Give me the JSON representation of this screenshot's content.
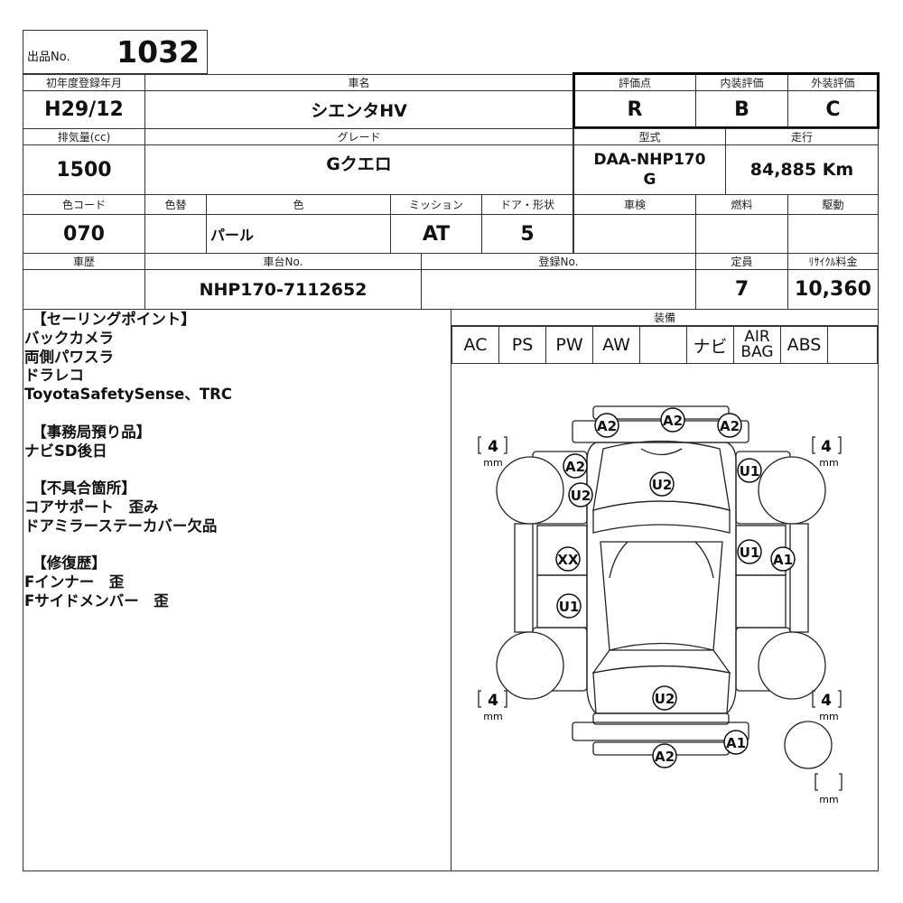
{
  "lot": {
    "label": "出品No.",
    "value": "1032"
  },
  "row1": {
    "first_reg_label": "初年度登録年月",
    "first_reg": "H29/12",
    "car_name_label": "車名",
    "car_name": "シエンタHV",
    "score_label": "評価点",
    "score": "R",
    "interior_label": "内装評価",
    "interior": "B",
    "exterior_label": "外装評価",
    "exterior": "C"
  },
  "row2": {
    "displacement_label": "排気量(cc)",
    "displacement": "1500",
    "grade_label": "グレード",
    "grade": "Gクエロ",
    "model_label": "型式",
    "model_line1": "DAA-NHP170",
    "model_line2": "G",
    "mileage_label": "走行",
    "mileage": "84,885 Km"
  },
  "row3": {
    "color_code_label": "色コード",
    "color_code": "070",
    "color_change_label": "色替",
    "color_change": "",
    "color_label": "色",
    "color": "パール",
    "mission_label": "ミッション",
    "mission": "AT",
    "door_label": "ドア・形状",
    "door": "5",
    "inspection_label": "車検",
    "inspection": "",
    "fuel_label": "燃料",
    "fuel": "",
    "drive_label": "駆動",
    "drive": ""
  },
  "row4": {
    "history_label": "車歴",
    "history": "",
    "chassis_label": "車台No.",
    "chassis": "NHP170-7112652",
    "reg_no_label": "登録No.",
    "reg_no": "",
    "capacity_label": "定員",
    "capacity": "7",
    "recycle_label": "ﾘｻｲｸﾙ料金",
    "recycle": "10,360"
  },
  "notes": {
    "text": "　【セーリングポイント】\nバックカメラ\n両側パワスラ\nドラレコ\nToyotaSafetySense、TRC\n\n　【事務局預り品】\nナビSD後日\n\n　【不具合箇所】\nコアサポート　歪み\nドアミラーステーカバー欠品\n\n　【修復歴】\nFインナー　歪\nFサイドメンバー　歪"
  },
  "equipment": {
    "label": "装備",
    "items": [
      "AC",
      "PS",
      "PW",
      "AW",
      "",
      "ナビ",
      "AIR\nBAG",
      "ABS",
      ""
    ]
  },
  "tires": {
    "front_left": "4",
    "front_right": "4",
    "rear_left": "4",
    "rear_right": "4",
    "spare": "",
    "unit": "mm"
  },
  "damage": {
    "front_1": "A2",
    "front_2": "A2",
    "front_3": "A2",
    "left_fender_a": "A2",
    "left_fender_u": "U2",
    "hood": "U2",
    "right_fender": "U1",
    "left_door_front": "XX",
    "left_door_rear": "U1",
    "right_door_front": "U1",
    "right_door_front_a": "A1",
    "rear_hatch": "U2",
    "rear_bumper_a": "A1",
    "rear_bumper_b": "A2"
  }
}
